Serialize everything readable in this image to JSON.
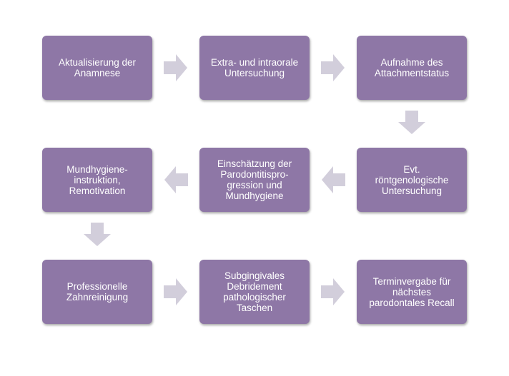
{
  "colors": {
    "box": "#8e77a6",
    "arrow": "#d2cedb",
    "text": "#ffffff"
  },
  "steps": [
    "Aktualisierung der\nAnamnese",
    "Extra- und intraorale\nUntersuchung",
    "Aufnahme des\nAttachmentstatus",
    "Evt.\nröntgenologische\nUntersuchung",
    "Einschätzung der\nParodontitispro-\ngression und\nMundhygiene",
    "Mundhygiene-\ninstruktion,\nRemotivation",
    "Professionelle\nZahnreinigung",
    "Subgingivales\nDebridement\npathologischer\nTaschen",
    "Terminvergabe für\nnächstes\nparodontales Recall"
  ],
  "arrows": [
    {
      "from": 0,
      "to": 1,
      "direction": "right"
    },
    {
      "from": 1,
      "to": 2,
      "direction": "right"
    },
    {
      "from": 2,
      "to": 3,
      "direction": "down"
    },
    {
      "from": 3,
      "to": 4,
      "direction": "left"
    },
    {
      "from": 4,
      "to": 5,
      "direction": "left"
    },
    {
      "from": 5,
      "to": 6,
      "direction": "down"
    },
    {
      "from": 6,
      "to": 7,
      "direction": "right"
    },
    {
      "from": 7,
      "to": 8,
      "direction": "right"
    }
  ]
}
